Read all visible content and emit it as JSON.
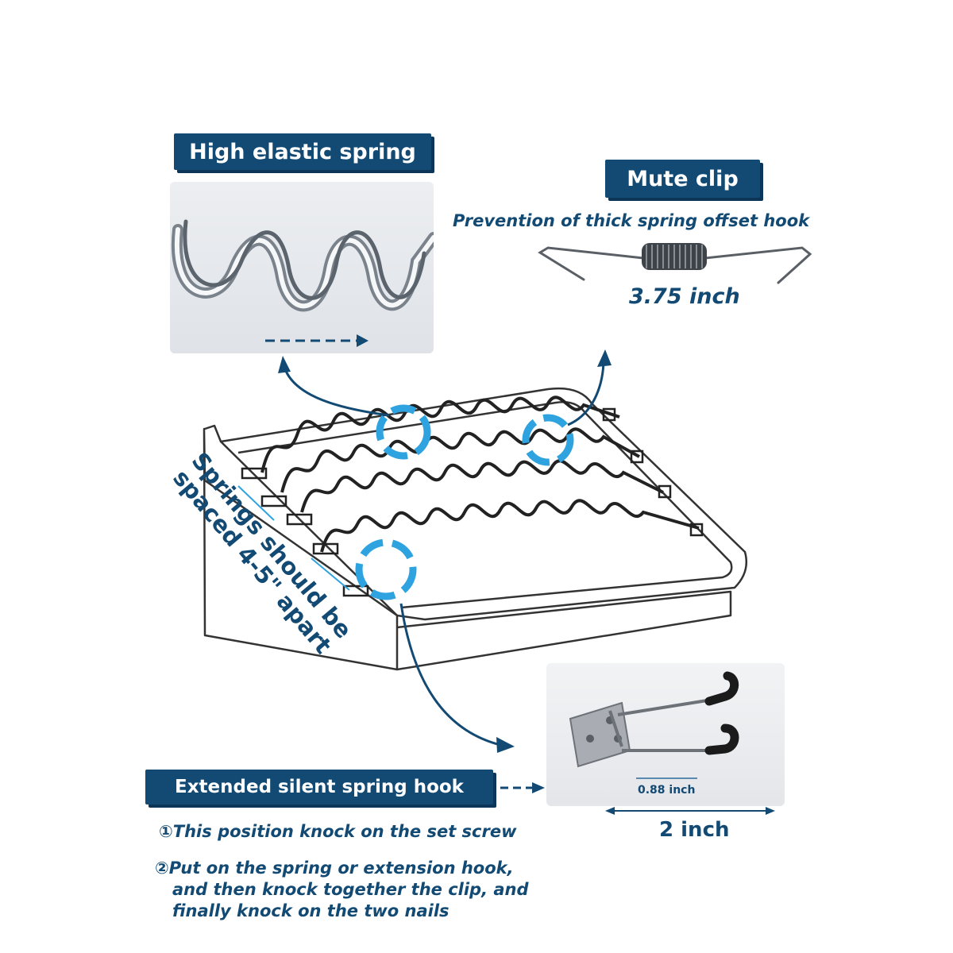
{
  "high_elastic": {
    "label": "High elastic spring"
  },
  "mute_clip": {
    "label": "Mute clip",
    "caption": "Prevention of thick spring offset hook",
    "length": "3.75 inch"
  },
  "spacing_note": {
    "line1": "Springs should be",
    "line2": "spaced 4-5\" apart"
  },
  "hook": {
    "label": "Extended silent spring hook",
    "inner_width": "0.88 inch",
    "outer_width": "2 inch"
  },
  "steps": [
    {
      "text": "①This position knock on the set screw"
    },
    {
      "line1": "②Put on the spring or extension hook,",
      "line2": "and then knock together the clip, and",
      "line3": "finally knock on the two nails"
    }
  ],
  "colors": {
    "brand_navy": "#124a74",
    "highlight_blue": "#2ea3e0"
  }
}
